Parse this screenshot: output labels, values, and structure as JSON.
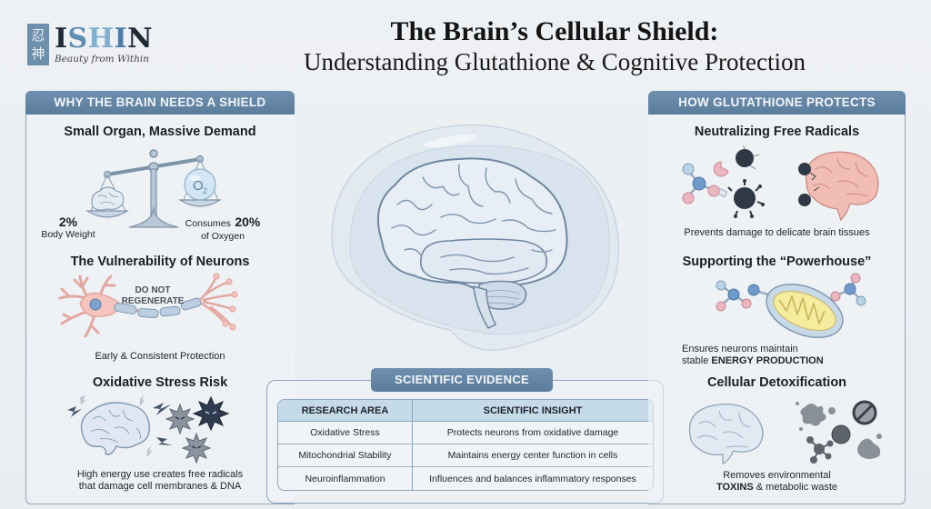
{
  "logo": {
    "kanji": [
      "忍",
      "神"
    ],
    "letters": [
      "I",
      "S",
      "H",
      "I",
      "N"
    ],
    "tagline": "Beauty from Within"
  },
  "title": {
    "line1": "The Brain’s Cellular Shield:",
    "line2": "Understanding Glutathione & Cognitive Protection"
  },
  "left_section": {
    "header": "WHY THE BRAIN NEEDS A SHIELD",
    "blocks": [
      {
        "title": "Small Organ, Massive Demand",
        "left_value": "2%",
        "left_label": "Body Weight",
        "right_prefix": "Consumes",
        "right_value": "20%",
        "right_label": "of Oxygen",
        "o2_label": "O",
        "o2_sub": "2"
      },
      {
        "title": "The Vulnerability of Neurons",
        "callout_line1": "DO NOT",
        "callout_line2": "REGENERATE",
        "caption": "Early & Consistent Protection"
      },
      {
        "title": "Oxidative Stress Risk",
        "caption_line1": "High energy use creates free radicals",
        "caption_line2": "that damage cell membranes & DNA"
      }
    ]
  },
  "right_section": {
    "header": "HOW GLUTATHIONE PROTECTS",
    "blocks": [
      {
        "title": "Neutralizing Free Radicals",
        "caption": "Prevents damage to delicate brain tissues"
      },
      {
        "title": "Supporting the “Powerhouse”",
        "caption_line1": "Ensures neurons maintain",
        "caption_line2_prefix": "stable ",
        "caption_line2_bold": "ENERGY PRODUCTION"
      },
      {
        "title": "Cellular Detoxification",
        "caption_line1": "Removes environmental",
        "caption_line2_bold": "TOXINS",
        "caption_line2_suffix": " & metabolic waste"
      }
    ]
  },
  "evidence": {
    "header": "SCIENTIFIC EVIDENCE",
    "columns": [
      "RESEARCH AREA",
      "SCIENTIFIC INSIGHT"
    ],
    "rows": [
      [
        "Oxidative Stress",
        "Protects neurons from oxidative damage"
      ],
      [
        "Mitochondrial Stability",
        "Maintains energy center function in cells"
      ],
      [
        "Neuroinflammation",
        "Influences and balances inflammatory responses"
      ]
    ]
  },
  "colors": {
    "header_bg": "#5f819f",
    "panel_border": "#8ea5bc",
    "table_header_bg": "#c6dbea",
    "brain_blue": "#dfe8f1",
    "brain_pink": "#f1b9b2",
    "radical_dark": "#2f3945"
  }
}
